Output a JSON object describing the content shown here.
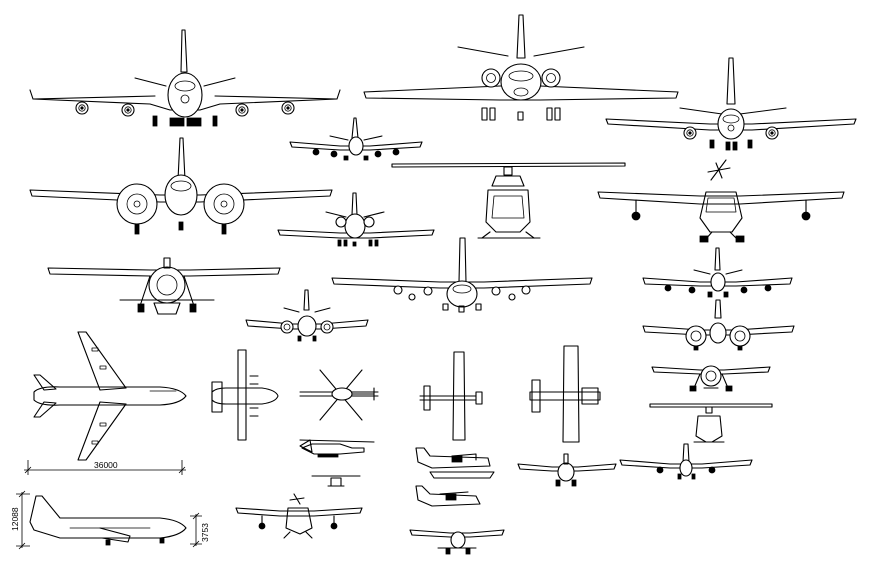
{
  "drawing": {
    "dimensions": {
      "wingspan": "36000",
      "height_total": "12088",
      "height_partial": "3753"
    }
  }
}
